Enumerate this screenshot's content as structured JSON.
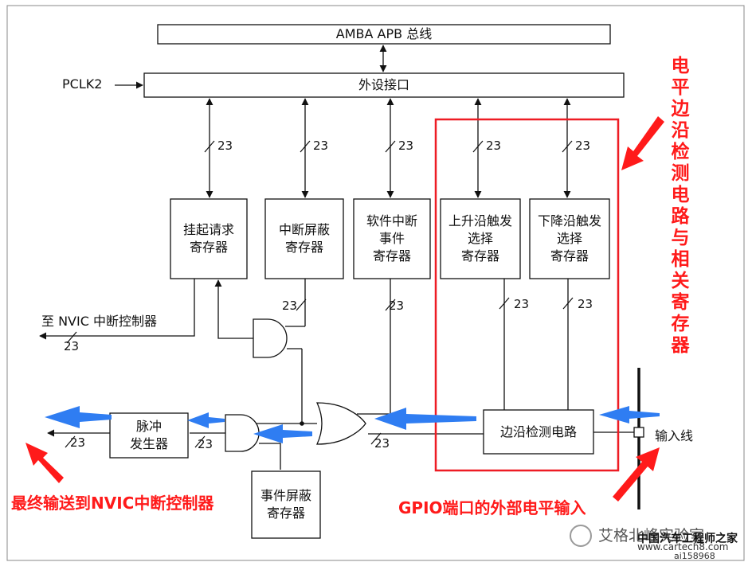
{
  "blocks": {
    "amba": "AMBA APB 总线",
    "peripheral": "外设接口",
    "pending": "挂起请求\n寄存器",
    "int_mask": "中断屏蔽\n寄存器",
    "sw_int": "软件中断\n事件\n寄存器",
    "rising": "上升沿触发\n选择\n寄存器",
    "falling": "下降沿触发\n选择\n寄存器",
    "edge_detect": "边沿检测电路",
    "pulse_gen": "脉冲\n发生器",
    "event_mask": "事件屏蔽\n寄存器"
  },
  "labels": {
    "pclk2": "PCLK2",
    "to_nvic": "至 NVIC 中断控制器",
    "input_line": "输入线",
    "bus_width": "23"
  },
  "annotations": {
    "edge_circuit": "电平\n边沿\n检测\n电路\n与相\n关寄\n存器",
    "final_output": "最终输送到NVIC中断控制器",
    "gpio_input": "GPIO端口的外部电平输入"
  },
  "watermark": {
    "brand": "艾格北峰实验室",
    "site_cn": "中国汽车工程师之家",
    "site": "www.cartech8.com",
    "id": "ai158968"
  },
  "colors": {
    "line": "#111111",
    "highlight": "#ee1c24",
    "flow_arrow": "#2f7df2",
    "note": "#ff1a1a"
  }
}
